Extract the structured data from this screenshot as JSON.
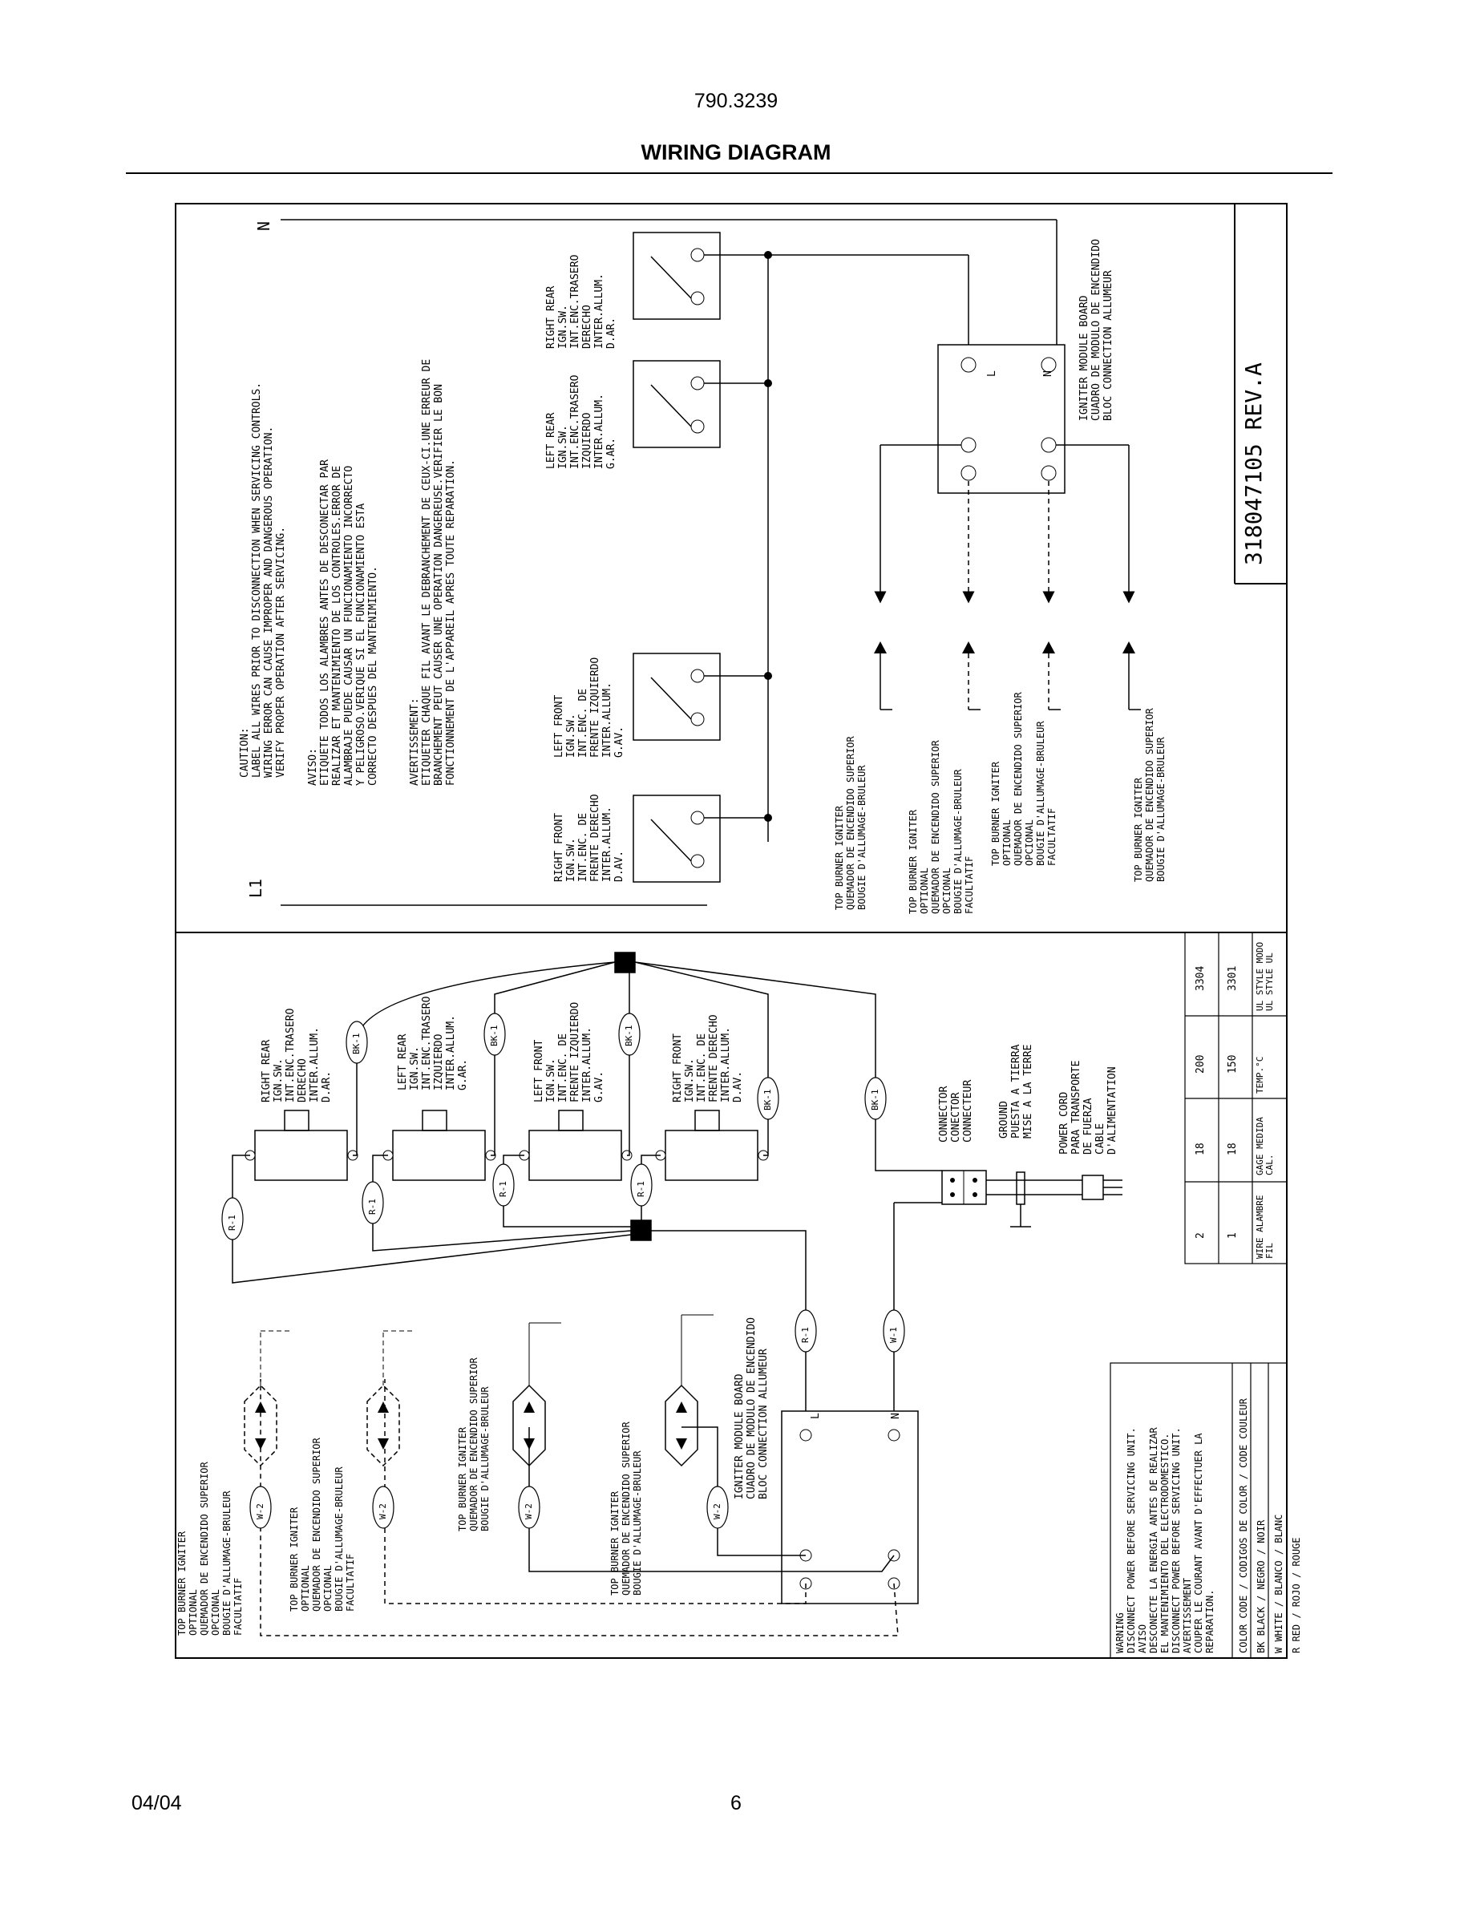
{
  "header": {
    "doc_number": "790.3239",
    "title": "WIRING DIAGRAM"
  },
  "footer": {
    "date": "04/04",
    "page": "6"
  },
  "schematic": {
    "L1": "L1",
    "N": "N",
    "caution": [
      "CAUTION:",
      "LABEL ALL WIRES PRIOR TO DISCONNECTION WHEN SERVICING CONTROLS.",
      "WIRING ERROR CAN CAUSE IMPROPER AND DANGEROUS OPERATION.",
      "VERIFY PROPER OPERATION AFTER SERVICING."
    ],
    "aviso": [
      "AVISO:",
      "ETIQUETE TODOS LOS ALAMBRES ANTES DE DESCONECTAR PAR",
      "REALIZAR ET MANTENIMIENTO DE LOS CONTROLES.ERROR DE",
      "ALAMBRAJE PUEDE CAUSAR UN FUNCIONAMIENTO INCORRECTO",
      "Y PELIGROSO.VERIQUE SI EL FUNCIONAMIENTO ESTA",
      "CORRECTO DESPUES DEL MANTENIMIENTO."
    ],
    "avertissement": [
      "AVERTISSEMENT:",
      "ETIQUETER CHAQUE FIL AVANT LE DEBRANCHEMENT DE CEUX-CI.UNE ERREUR DE",
      "BRANCHEMENT PEUT CAUSER UNE OPERATION DANGEREUSE.VERIFIER LE BON",
      "FONCTIONNEMENT DE L'APPAREIL APRES TOUTE REPARATION."
    ],
    "switch_right_rear": [
      "RIGHT REAR",
      "IGN.SW.",
      "INT.ENC.TRASERO",
      "DERECHO",
      "INTER.ALLUM.",
      "D.AR."
    ],
    "switch_left_rear": [
      "LEFT REAR",
      "IGN.SW.",
      "INT.ENC.TRASERO",
      "IZQUIERDO",
      "INTER.ALLUM.",
      "G.AR."
    ],
    "switch_left_front": [
      "LEFT FRONT",
      "IGN.SW.",
      "INT.ENC. DE",
      "FRENTE IZQUIERDO",
      "INTER.ALLUM.",
      "G.AV."
    ],
    "switch_right_front": [
      "RIGHT FRONT",
      "IGN.SW.",
      "INT.ENC. DE",
      "FRENTE DERECHO",
      "INTER.ALLUM.",
      "D.AV."
    ],
    "module_label": [
      "IGNITER MODULE BOARD",
      "CUADRO DE MODULO DE ENCENDIDO",
      "BLOC CONNECTION ALLUMEUR"
    ],
    "igniter_plain": [
      "TOP BURNER IGNITER",
      "QUEMADOR DE ENCENDIDO SUPERIOR",
      "BOUGIE D'ALLUMAGE-BRULEUR"
    ],
    "igniter_optional": [
      "TOP BURNER IGNITER",
      "OPTIONAL",
      "QUEMADOR DE ENCENDIDO SUPERIOR",
      "OPCIONAL",
      "BOUGIE D'ALLUMAGE-BRULEUR",
      "FACULTATIF"
    ],
    "part_number": "318047105 REV.A",
    "terminal_L": "L",
    "terminal_N": "N"
  },
  "pictorial": {
    "wire_tags": {
      "bk": "BK-1",
      "r": "R-1",
      "w1": "W-1",
      "w2": "W-2"
    },
    "connector": [
      "CONNECTOR",
      "CONECTOR",
      "CONNECTEUR"
    ],
    "ground": [
      "GROUND",
      "PUESTA A TIERRA",
      "MISE A LA TERRE"
    ],
    "power_cord": [
      "POWER CORD",
      "PARA TRANSPORTE",
      "DE FUERZA",
      "CABLE",
      "D'ALIMENTATION"
    ],
    "warning": [
      "WARNING",
      "DISCONNECT POWER BEFORE SERVICING UNIT.",
      "AVISO",
      "DESCONECTE LA ENERGIA ANTES DE REALIZAR",
      "EL MANTENIMIENTO DEL ELECTRODOMESTICO.",
      "DISCONNECT POWER BEFORE SERVICING UNIT.",
      "AVERTISSEMENT",
      "COUPER LE COURANT AVANT D'EFFECTUER LA",
      "REPARATION."
    ],
    "color_code": [
      "COLOR CODE / CODIGOS DE COLOR / CODE COULEUR",
      "BK BLACK / NEGRO / NOIR",
      "W  WHITE / BLANCO / BLANC",
      "R  RED / ROJO / ROUGE"
    ],
    "wire_table": {
      "headers": [
        "WIRE ALAMBRE FIL",
        "GAGE MEDIDA CAL.",
        "TEMP.°C",
        "UL STYLE MODO UL STYLE UL"
      ],
      "rows": [
        [
          "1",
          "18",
          "150",
          "3301"
        ],
        [
          "2",
          "18",
          "200",
          "3304"
        ]
      ]
    }
  }
}
